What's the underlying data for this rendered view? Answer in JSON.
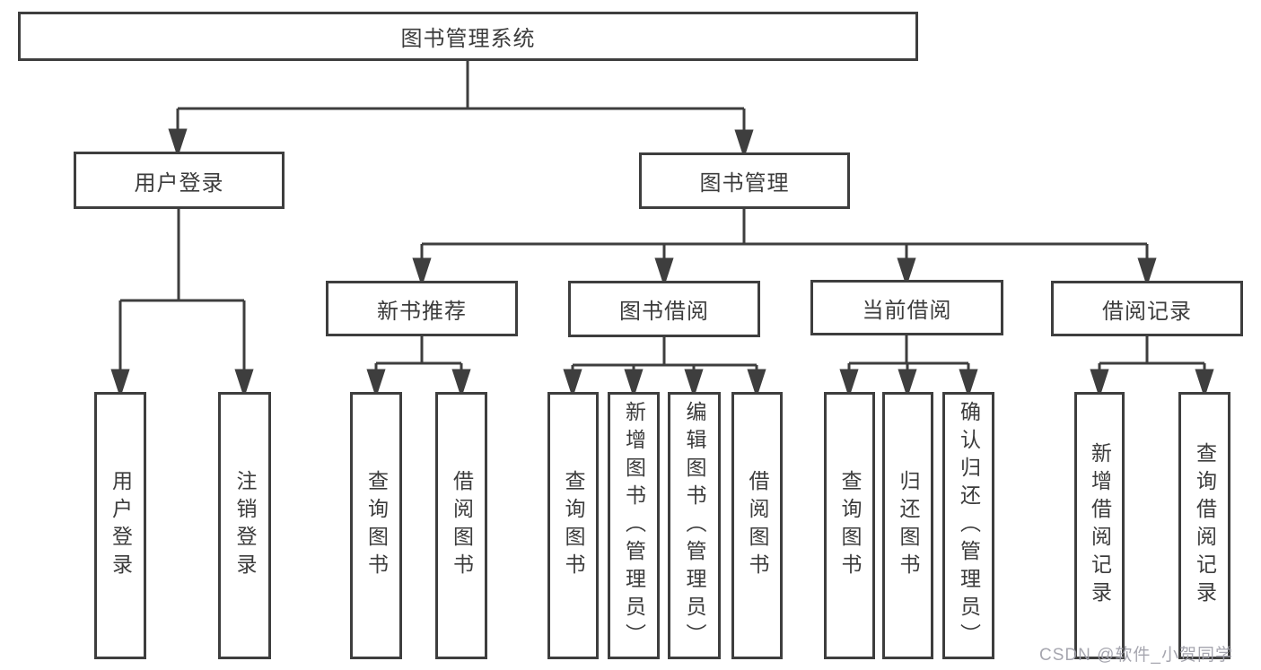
{
  "diagram": {
    "root": {
      "label": "图书管理系统"
    },
    "branches": [
      {
        "label": "用户登录",
        "children": [
          "用户登录",
          "注销登录"
        ]
      },
      {
        "label": "图书管理",
        "children": [
          {
            "label": "新书推荐",
            "children": [
              "查询图书",
              "借阅图书"
            ]
          },
          {
            "label": "图书借阅",
            "children": [
              "查询图书",
              "新增图书（管理员）",
              "编辑图书（管理员）",
              "借阅图书"
            ]
          },
          {
            "label": "当前借阅",
            "children": [
              "查询图书",
              "归还图书",
              "确认归还（管理员）"
            ]
          },
          {
            "label": "借阅记录",
            "children": [
              "新增借阅记录",
              "查询借阅记录"
            ]
          }
        ]
      }
    ]
  },
  "watermark": {
    "text": "CSDN @软件_小贺同学"
  },
  "colors": {
    "line": "#3e3e3e",
    "text": "#3c3c3c",
    "watermark": "#9e9ea8",
    "background": "#ffffff"
  }
}
